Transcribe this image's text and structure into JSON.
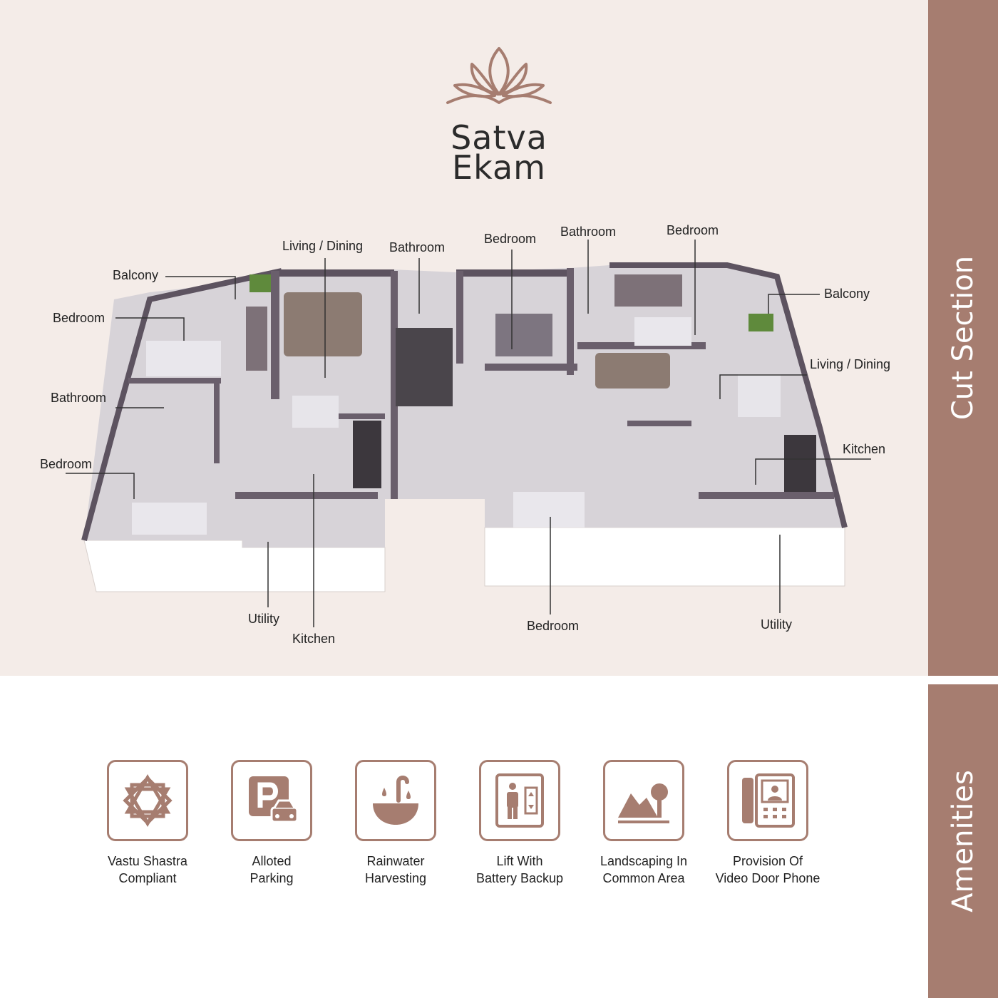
{
  "brand": {
    "line1": "Satva",
    "line2": "Ekam",
    "logo_icon": "lotus-icon"
  },
  "side_tabs": {
    "top": "Cut Section",
    "bottom": "Amenities"
  },
  "colors": {
    "accent": "#a67d70",
    "panel_bg": "#f4ece8"
  },
  "room_labels": {
    "balcony_left": "Balcony",
    "bedroom_left_upper": "Bedroom",
    "bathroom_left": "Bathroom",
    "bedroom_left_lower": "Bedroom",
    "living_dining_left": "Living / Dining",
    "bathroom_center": "Bathroom",
    "bedroom_center_top": "Bedroom",
    "bathroom_right_top": "Bathroom",
    "bedroom_right_top": "Bedroom",
    "balcony_right": "Balcony",
    "living_dining_right": "Living / Dining",
    "kitchen_right": "Kitchen",
    "utility_left": "Utility",
    "kitchen_left": "Kitchen",
    "bedroom_bottom": "Bedroom",
    "utility_right": "Utility"
  },
  "amenities": [
    {
      "line1": "Vastu Shastra",
      "line2": "Compliant",
      "icon": "vastu-star-icon"
    },
    {
      "line1": "Alloted",
      "line2": "Parking",
      "icon": "parking-icon"
    },
    {
      "line1": "Rainwater",
      "line2": "Harvesting",
      "icon": "rainwater-icon"
    },
    {
      "line1": "Lift With",
      "line2": "Battery Backup",
      "icon": "lift-icon"
    },
    {
      "line1": "Landscaping In",
      "line2": "Common Area",
      "icon": "landscape-icon"
    },
    {
      "line1": "Provision Of",
      "line2": "Video Door Phone",
      "icon": "video-door-phone-icon"
    }
  ]
}
